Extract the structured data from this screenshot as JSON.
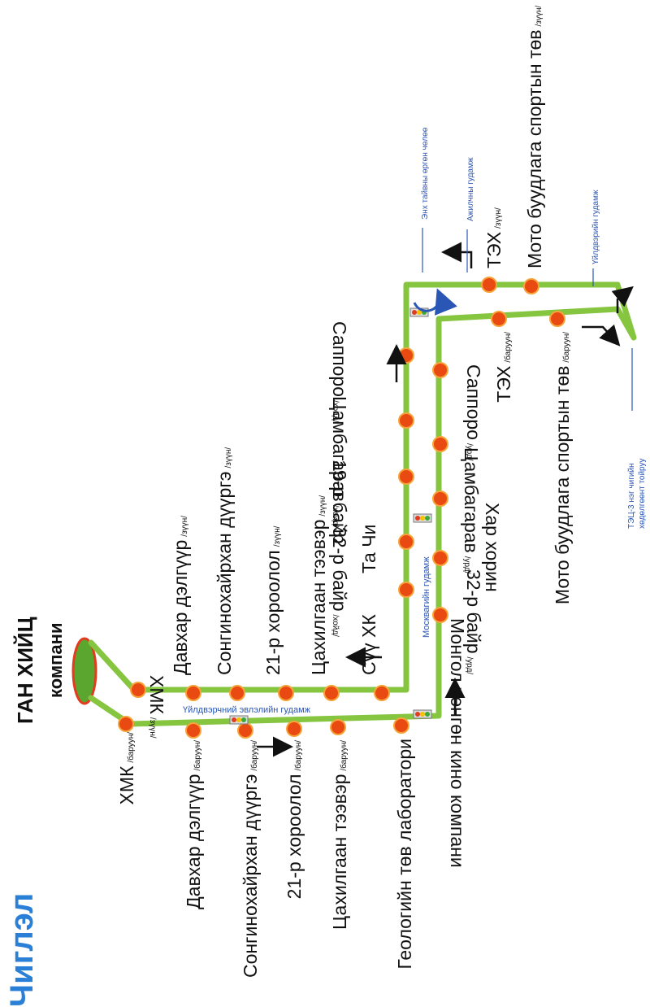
{
  "title_fragment": "Чиглэл",
  "company": {
    "line1": "ГАН ХИЙЦ",
    "line2": "компани"
  },
  "colors": {
    "route": "#86c540",
    "stop": "#e84a12",
    "stop_edge": "#f6a43a",
    "street_text": "#2a56b5",
    "terminal": "#5ba62e",
    "terminal_edge": "#e23b1f"
  },
  "streets": {
    "industrial_park": "Үйлдвэрчний эвлэлийн гудамж",
    "moscow": "Москвагийн гудамж",
    "enkh_tayvan": "Энх тайвны өргөн чөлөө",
    "ajilchny": "Ажилчны гудамж",
    "uildveriin": "Үйлдвэрийн гудамж"
  },
  "turnaround_note": {
    "line1": "ТЭЦ-3 нэг чигийн",
    "line2": "хөдөлгөөнт тойруу"
  },
  "stops_north": [
    {
      "name": "ХМК",
      "suffix": "/зүүн/"
    },
    {
      "name": "Давхар дэлгүүр",
      "suffix": "/зүүн/"
    },
    {
      "name": "Сонгинохайрхан дүүргэ",
      "suffix": "/зүүн/"
    },
    {
      "name": "21-р хороолол",
      "suffix": "/зүүн/"
    },
    {
      "name": "Цахилгаан тээвэр",
      "suffix": "/зүүн/"
    },
    {
      "name": "Сүү ХК",
      "suffix": ""
    },
    {
      "name": "Та Чи",
      "suffix": ""
    },
    {
      "name": "32-р байр",
      "suffix": "/хойд/"
    },
    {
      "name": "19-р байр",
      "suffix": ""
    },
    {
      "name": "Цамбагарав",
      "suffix": "/хойд/"
    },
    {
      "name": "Саппоро",
      "suffix": "/хойд/"
    },
    {
      "name": "ТЭХ",
      "suffix": "/зүүн/"
    },
    {
      "name": "Мото буудлага спортын төв",
      "suffix": "/зүүн/"
    }
  ],
  "stops_south": [
    {
      "name": "ХМК",
      "suffix": "/баруун/"
    },
    {
      "name": "Давхар дэлгүүр",
      "suffix": "/баруун/"
    },
    {
      "name": "Сонгинохайрхан дүүргэ",
      "suffix": "/баруун/"
    },
    {
      "name": "21-р хороолол",
      "suffix": "/баруун/"
    },
    {
      "name": "Цахилгаан тээвэр",
      "suffix": "/баруун/"
    },
    {
      "name": "Геологийн төв лаборатори",
      "suffix": ""
    },
    {
      "name": "Монгол хөнгөн кино компани",
      "suffix": ""
    },
    {
      "name": "32-р байр",
      "suffix": "/урд/"
    },
    {
      "name": "Хар хорин",
      "suffix": ""
    },
    {
      "name": "Цамбагарав",
      "suffix": "/урд/"
    },
    {
      "name": "Саппоро",
      "suffix": "/урд/"
    },
    {
      "name": "ТЭХ",
      "suffix": "/баруун/"
    },
    {
      "name": "Мото буудлага спортын төв",
      "suffix": "/баруун/"
    }
  ]
}
